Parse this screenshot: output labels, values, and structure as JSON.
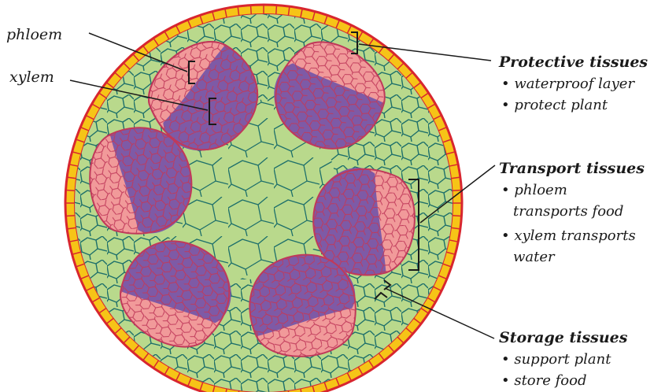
{
  "labels": {
    "phloem": "phloem",
    "xylem": "xylem"
  },
  "groups": [
    {
      "id": "protective",
      "heading": "Protective tissues",
      "lines": [
        "• waterproof layer",
        "• protect plant"
      ]
    },
    {
      "id": "transport",
      "heading": "Transport tissues",
      "lines": [
        "• phloem",
        "transports food",
        "• xylem transports",
        "water"
      ]
    },
    {
      "id": "storage",
      "heading": "Storage tissues",
      "lines": [
        "• support plant",
        "• store food"
      ]
    }
  ],
  "colors": {
    "epidermis": "#f6c417",
    "epidermis_outline": "#d8262f",
    "ground_tissue": "#b9d98c",
    "cell_walls": "#1d6f6a",
    "phloem": "#f19a9a",
    "xylem": "#7e5aa6",
    "bundle_walls": "#c0395a",
    "leader_lines": "#1a1a1a"
  }
}
